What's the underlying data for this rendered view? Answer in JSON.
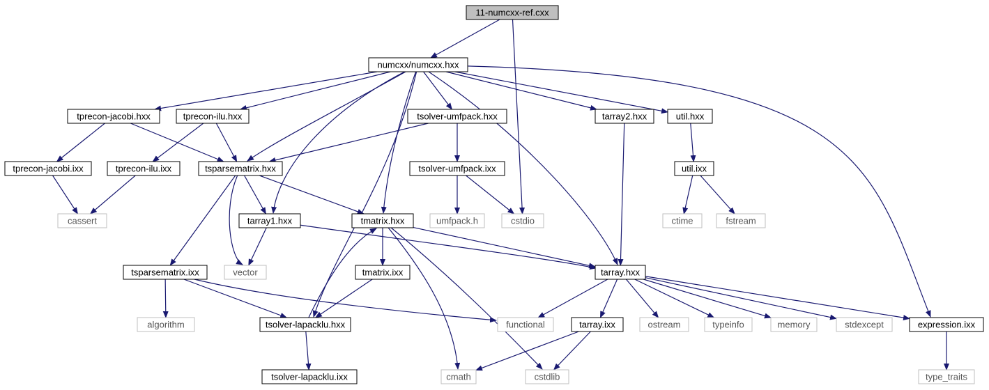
{
  "colors": {
    "edge": "#191970",
    "node_border": "#000000",
    "external_border": "#bfbfbf",
    "root_fill": "#bfbfbf",
    "node_fill": "#ffffff"
  },
  "nodes": [
    {
      "id": "root",
      "label": "11-numcxx-ref.cxx",
      "kind": "root"
    },
    {
      "id": "numcxx",
      "label": "numcxx/numcxx.hxx",
      "kind": "file"
    },
    {
      "id": "jacobi_h",
      "label": "tprecon-jacobi.hxx",
      "kind": "file"
    },
    {
      "id": "ilu_h",
      "label": "tprecon-ilu.hxx",
      "kind": "file"
    },
    {
      "id": "umf_h",
      "label": "tsolver-umfpack.hxx",
      "kind": "file"
    },
    {
      "id": "tarray2",
      "label": "tarray2.hxx",
      "kind": "file"
    },
    {
      "id": "util_h",
      "label": "util.hxx",
      "kind": "file"
    },
    {
      "id": "jacobi_i",
      "label": "tprecon-jacobi.ixx",
      "kind": "file"
    },
    {
      "id": "ilu_i",
      "label": "tprecon-ilu.ixx",
      "kind": "file"
    },
    {
      "id": "sparse_h",
      "label": "tsparsematrix.hxx",
      "kind": "file"
    },
    {
      "id": "umf_i",
      "label": "tsolver-umfpack.ixx",
      "kind": "file"
    },
    {
      "id": "util_i",
      "label": "util.ixx",
      "kind": "file"
    },
    {
      "id": "cassert",
      "label": "cassert",
      "kind": "external"
    },
    {
      "id": "tarray1",
      "label": "tarray1.hxx",
      "kind": "file"
    },
    {
      "id": "tmatrix_h",
      "label": "tmatrix.hxx",
      "kind": "file"
    },
    {
      "id": "umfpack",
      "label": "umfpack.h",
      "kind": "external"
    },
    {
      "id": "cstdio",
      "label": "cstdio",
      "kind": "external"
    },
    {
      "id": "ctime",
      "label": "ctime",
      "kind": "external"
    },
    {
      "id": "fstream",
      "label": "fstream",
      "kind": "external"
    },
    {
      "id": "sparse_i",
      "label": "tsparsematrix.ixx",
      "kind": "file"
    },
    {
      "id": "vector",
      "label": "vector",
      "kind": "external"
    },
    {
      "id": "tmatrix_i",
      "label": "tmatrix.ixx",
      "kind": "file"
    },
    {
      "id": "tarray_h",
      "label": "tarray.hxx",
      "kind": "file"
    },
    {
      "id": "algorithm",
      "label": "algorithm",
      "kind": "external"
    },
    {
      "id": "lapack_h",
      "label": "tsolver-lapacklu.hxx",
      "kind": "file"
    },
    {
      "id": "functional",
      "label": "functional",
      "kind": "external"
    },
    {
      "id": "tarray_i",
      "label": "tarray.ixx",
      "kind": "file"
    },
    {
      "id": "ostream",
      "label": "ostream",
      "kind": "external"
    },
    {
      "id": "typeinfo",
      "label": "typeinfo",
      "kind": "external"
    },
    {
      "id": "memory",
      "label": "memory",
      "kind": "external"
    },
    {
      "id": "stdexcept",
      "label": "stdexcept",
      "kind": "external"
    },
    {
      "id": "expr_i",
      "label": "expression.ixx",
      "kind": "file"
    },
    {
      "id": "lapack_i",
      "label": "tsolver-lapacklu.ixx",
      "kind": "file"
    },
    {
      "id": "cmath",
      "label": "cmath",
      "kind": "external"
    },
    {
      "id": "cstdlib",
      "label": "cstdlib",
      "kind": "external"
    },
    {
      "id": "type_traits",
      "label": "type_traits",
      "kind": "external"
    }
  ],
  "edges": [
    [
      "root",
      "numcxx"
    ],
    [
      "root",
      "cstdio"
    ],
    [
      "numcxx",
      "jacobi_h"
    ],
    [
      "numcxx",
      "ilu_h"
    ],
    [
      "numcxx",
      "sparse_h"
    ],
    [
      "numcxx",
      "tarray1"
    ],
    [
      "numcxx",
      "lapack_h"
    ],
    [
      "numcxx",
      "tmatrix_h"
    ],
    [
      "numcxx",
      "umf_h"
    ],
    [
      "numcxx",
      "tarray_h"
    ],
    [
      "numcxx",
      "tarray2"
    ],
    [
      "numcxx",
      "util_h"
    ],
    [
      "numcxx",
      "expr_i"
    ],
    [
      "jacobi_h",
      "jacobi_i"
    ],
    [
      "jacobi_h",
      "sparse_h"
    ],
    [
      "ilu_h",
      "ilu_i"
    ],
    [
      "ilu_h",
      "sparse_h"
    ],
    [
      "umf_h",
      "sparse_h"
    ],
    [
      "umf_h",
      "umf_i"
    ],
    [
      "tarray2",
      "tarray_h"
    ],
    [
      "util_h",
      "util_i"
    ],
    [
      "jacobi_i",
      "cassert"
    ],
    [
      "ilu_i",
      "cassert"
    ],
    [
      "sparse_h",
      "tarray1"
    ],
    [
      "sparse_h",
      "tmatrix_h"
    ],
    [
      "sparse_h",
      "vector"
    ],
    [
      "sparse_h",
      "sparse_i"
    ],
    [
      "umf_i",
      "umfpack"
    ],
    [
      "umf_i",
      "cstdio"
    ],
    [
      "util_i",
      "ctime"
    ],
    [
      "util_i",
      "fstream"
    ],
    [
      "tarray1",
      "vector"
    ],
    [
      "tarray1",
      "tarray_h"
    ],
    [
      "tmatrix_h",
      "tarray_h"
    ],
    [
      "tmatrix_h",
      "tmatrix_i"
    ],
    [
      "tmatrix_h",
      "cmath"
    ],
    [
      "tmatrix_h",
      "cstdlib"
    ],
    [
      "sparse_i",
      "algorithm"
    ],
    [
      "sparse_i",
      "lapack_h"
    ],
    [
      "sparse_i",
      "functional"
    ],
    [
      "tmatrix_i",
      "lapack_h"
    ],
    [
      "lapack_h",
      "tmatrix_h"
    ],
    [
      "lapack_h",
      "lapack_i"
    ],
    [
      "tarray_h",
      "functional"
    ],
    [
      "tarray_h",
      "tarray_i"
    ],
    [
      "tarray_h",
      "ostream"
    ],
    [
      "tarray_h",
      "typeinfo"
    ],
    [
      "tarray_h",
      "memory"
    ],
    [
      "tarray_h",
      "stdexcept"
    ],
    [
      "tarray_h",
      "expr_i"
    ],
    [
      "tarray_i",
      "cmath"
    ],
    [
      "tarray_i",
      "cstdlib"
    ],
    [
      "expr_i",
      "type_traits"
    ]
  ]
}
